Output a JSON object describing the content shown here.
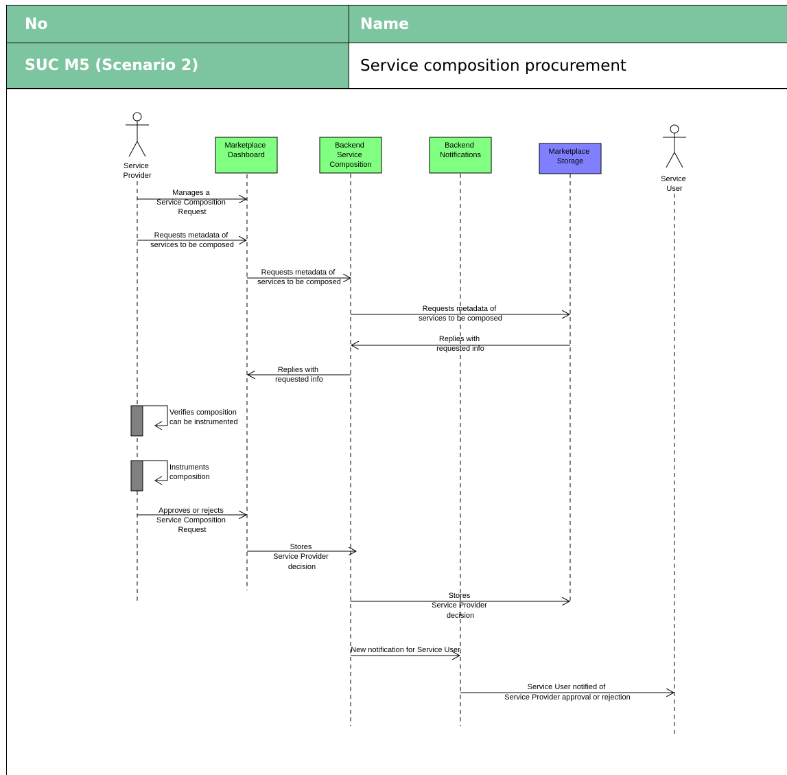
{
  "header": {
    "no_label": "No",
    "name_label": "Name"
  },
  "row": {
    "id": "SUC M5 (Scenario 2)",
    "title": "Service composition procurement"
  },
  "colors": {
    "header_bg": "#7cc5a0",
    "component_green": "#80ff80",
    "storage_blue": "#8080ff",
    "activation": "#808080"
  },
  "actors": [
    {
      "name": "service-provider",
      "lines": [
        "Service",
        "Provider"
      ]
    },
    {
      "name": "service-user",
      "lines": [
        "Service",
        "User"
      ]
    }
  ],
  "lifelines": [
    {
      "name": "marketplace-dashboard",
      "lines": [
        "Marketplace",
        "Dashboard"
      ]
    },
    {
      "name": "backend-service-composition",
      "lines": [
        "Backend",
        "Service",
        "Composition"
      ]
    },
    {
      "name": "backend-notifications",
      "lines": [
        "Backend",
        "Notifications"
      ]
    },
    {
      "name": "marketplace-storage",
      "lines": [
        "Marketplace",
        "Storage"
      ]
    }
  ],
  "messages": [
    {
      "lines": [
        "Manages a",
        "Service Composition",
        "Request"
      ]
    },
    {
      "lines": [
        "Requests metadata of",
        "services to be composed"
      ]
    },
    {
      "lines": [
        "Requests metadata of",
        "services to be composed"
      ]
    },
    {
      "lines": [
        "Requests metadata of",
        "services to be composed"
      ]
    },
    {
      "lines": [
        "Replies with",
        "requested info"
      ]
    },
    {
      "lines": [
        "Replies with",
        "requested info"
      ]
    },
    {
      "lines": [
        "Verifies composition",
        "can be instrumented"
      ]
    },
    {
      "lines": [
        "Instruments",
        "composition"
      ]
    },
    {
      "lines": [
        "Approves or rejects",
        "Service Composition",
        "Request"
      ]
    },
    {
      "lines": [
        "Stores",
        "Service Provider",
        "decision"
      ]
    },
    {
      "lines": [
        "Stores",
        "Service Provider",
        "decision"
      ]
    },
    {
      "lines": [
        "New notification for Service User"
      ]
    },
    {
      "lines": [
        "Service User notified of",
        "Service Provider approval or rejection"
      ]
    }
  ]
}
